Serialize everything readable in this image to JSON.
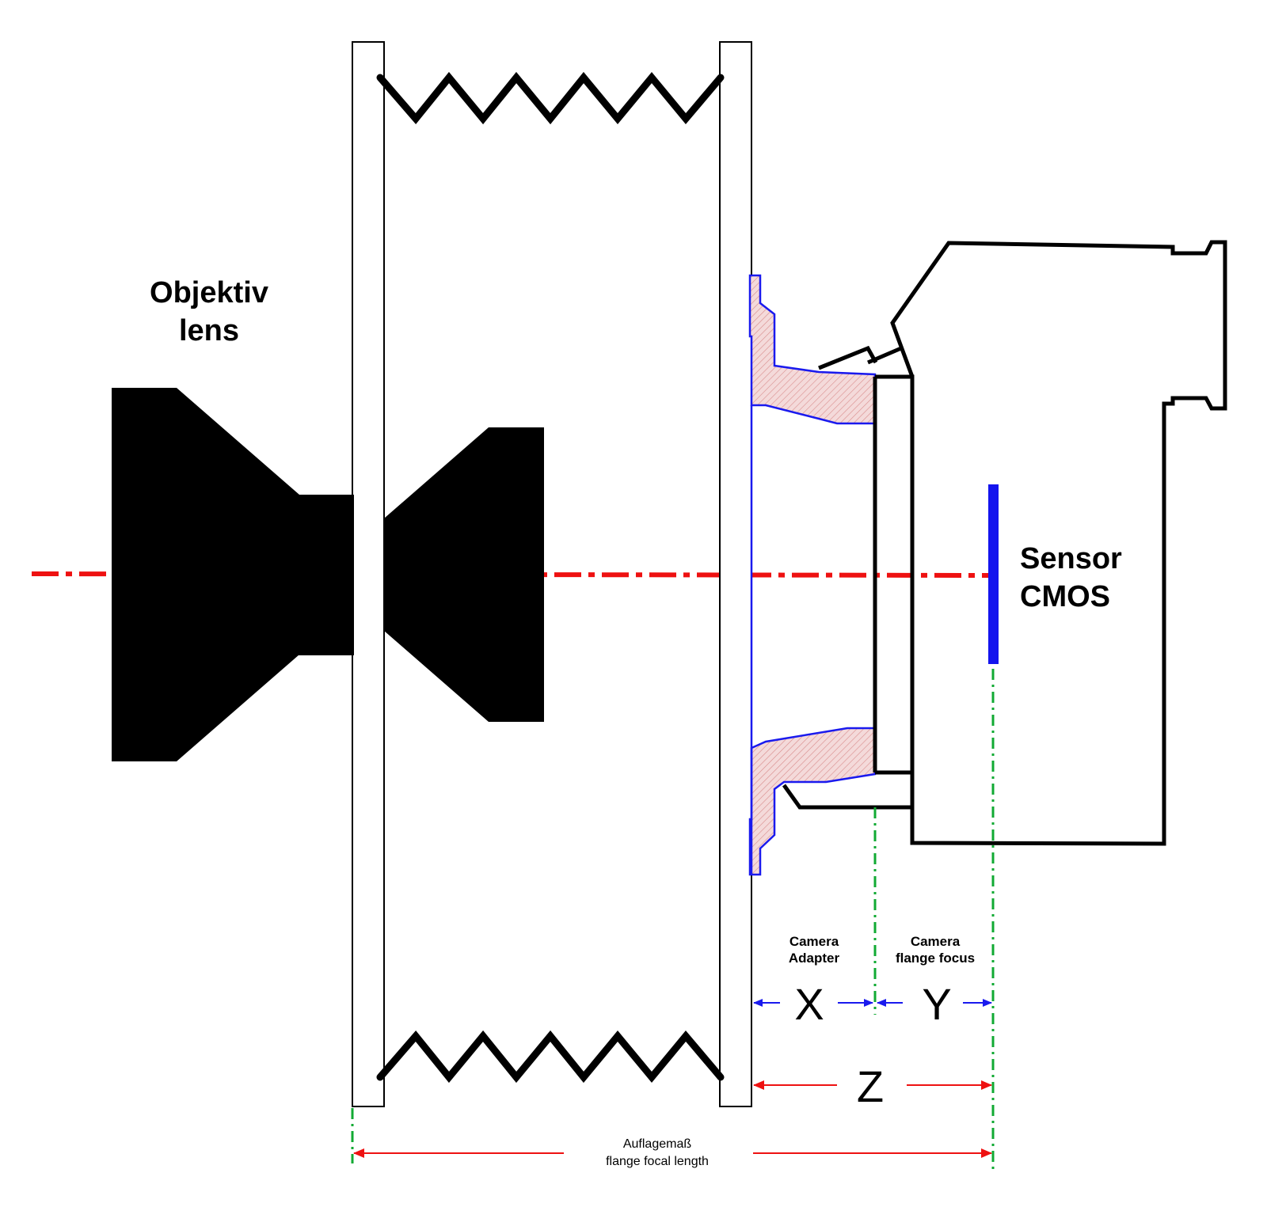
{
  "labels": {
    "lens_line1": "Objektiv",
    "lens_line2": "lens",
    "sensor_line1": "Sensor",
    "sensor_line2": "CMOS",
    "adapter_line1": "Camera",
    "adapter_line2": "Adapter",
    "flange_line1": "Camera",
    "flange_line2": "flange focus",
    "x": "X",
    "y": "Y",
    "z": "Z",
    "focal_line1": "Auflagemaß",
    "focal_line2": "flange focal length"
  },
  "colors": {
    "outline": "#000000",
    "optical_axis": "#ee1111",
    "adapter_outline": "#1a1aee",
    "adapter_fill": "#f3d9d9",
    "sensor": "#1414ee",
    "guide_lines": "#11aa33",
    "dim_blue": "#1a1aee",
    "dim_red": "#ee1111"
  }
}
